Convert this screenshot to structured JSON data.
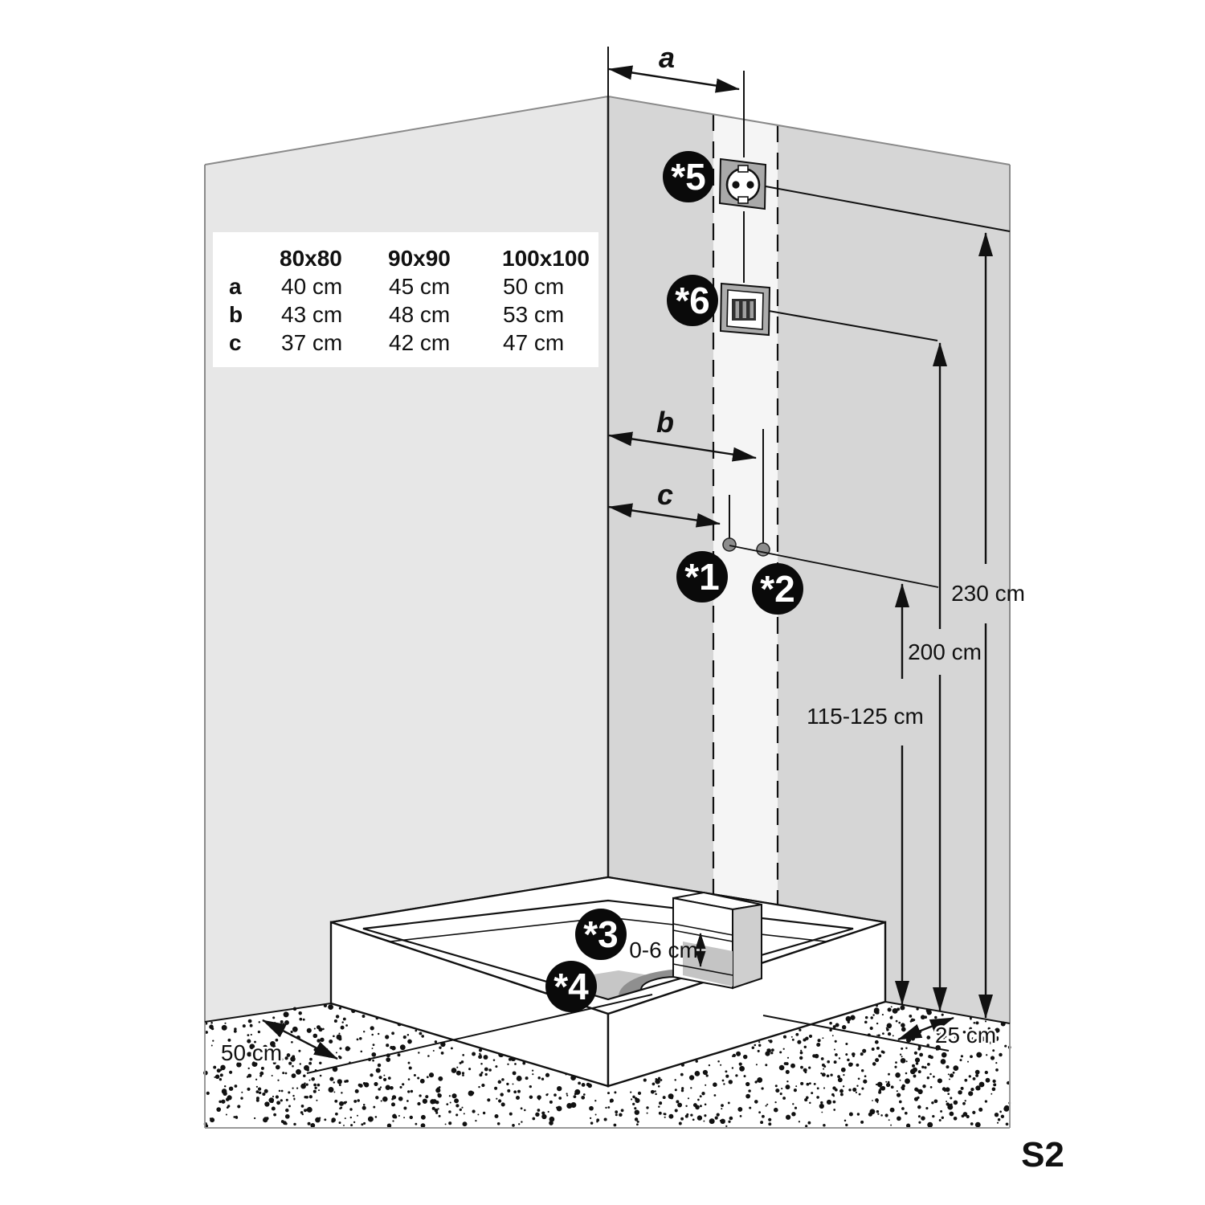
{
  "window": {
    "code_label": "S2"
  },
  "table": {
    "headers": [
      "80x80",
      "90x90",
      "100x100"
    ],
    "rows": [
      {
        "label": "a",
        "values": [
          "40 cm",
          "45 cm",
          "50 cm"
        ]
      },
      {
        "label": "b",
        "values": [
          "43 cm",
          "48 cm",
          "53 cm"
        ]
      },
      {
        "label": "c",
        "values": [
          "37 cm",
          "42 cm",
          "47 cm"
        ]
      }
    ]
  },
  "dim_letters": {
    "a": "a",
    "b": "b",
    "c": "c"
  },
  "dimensions": {
    "height_230": "230 cm",
    "height_200": "200 cm",
    "height_115_125": "115-125 cm",
    "tray_gap": "0-6 cm",
    "clearance_left": "50 cm",
    "clearance_right": "25 cm"
  },
  "markers": {
    "m1": "*1",
    "m2": "*2",
    "m3": "*3",
    "m4": "*4",
    "m5": "*5",
    "m6": "*6"
  },
  "icons": {
    "socket": "schuko-socket-icon",
    "vent": "vent-grille-icon"
  },
  "colors": {
    "wall_left": "#e7e7e7",
    "wall_right": "#d6d6d6",
    "strip": "#f5f5f5",
    "floor_shadow": "#c6c6c6",
    "drain_shadow": "#8f8f8f",
    "socket_plate": "#a9a9a9",
    "accent_red": "#c8232b"
  }
}
